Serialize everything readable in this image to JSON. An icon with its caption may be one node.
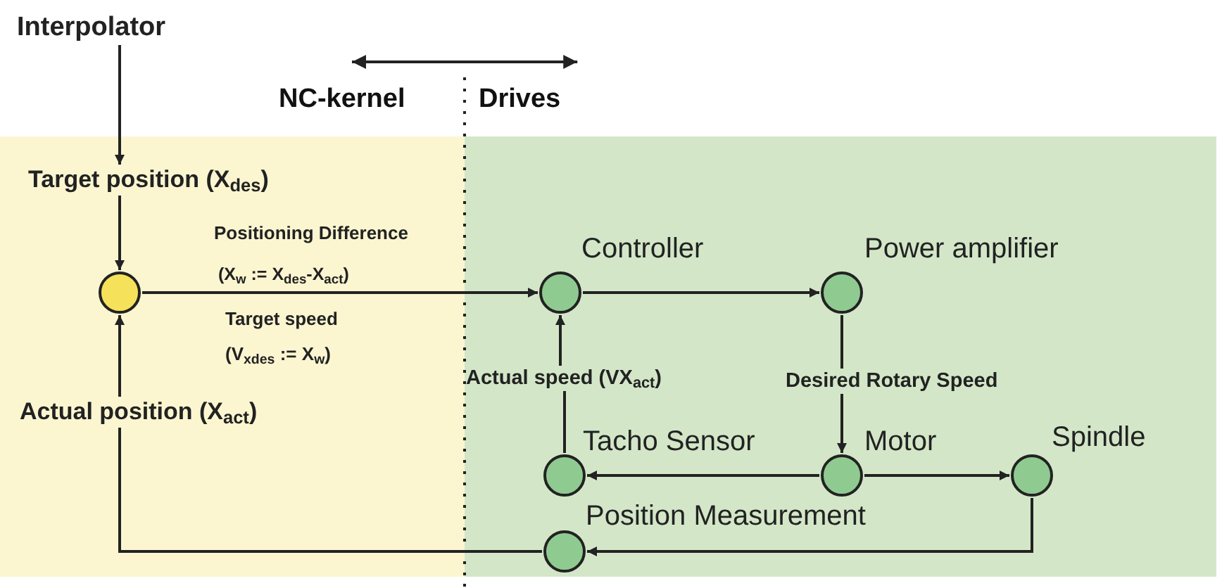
{
  "diagram": {
    "nodes": [
      {
        "text": [
          "Interpolator"
        ]
      },
      {
        "text": [
          "NC-kernel"
        ]
      },
      {
        "text": [
          "Drives"
        ]
      },
      {
        "text": [
          "Target position (X$_{des}$)"
        ],
        "in": 1
      },
      {
        "text": [],
        "shape": "circle",
        "in": 1
      },
      {
        "text": [
          "Actual position (X$_{act}$)"
        ],
        "in": 1
      },
      {
        "text": [],
        "shape": "circle",
        "beside": [
          "Controller"
        ],
        "in": 2
      },
      {
        "text": [],
        "shape": "circle",
        "beside": [
          "Power amplifier"
        ],
        "in": 2
      },
      {
        "text": [
          "Actual speed (VX$_{act}$)"
        ],
        "in": 2
      },
      {
        "text": [
          "Desired Rotary Speed"
        ],
        "in": 2
      },
      {
        "text": [],
        "shape": "circle",
        "beside": [
          "Tacho Sensor"
        ],
        "in": 2
      },
      {
        "text": [],
        "shape": "circle",
        "beside": [
          "Motor"
        ],
        "in": 2
      },
      {
        "text": [],
        "shape": "circle",
        "beside": [
          "Spindle"
        ],
        "in": 2
      },
      {
        "text": [],
        "shape": "circle",
        "beside": [
          "Position Measurement"
        ],
        "in": 2
      }
    ],
    "edges": [
      {
        "from": 1,
        "to": 2,
        "arrow": "both"
      },
      {
        "from": 0,
        "to": 3,
        "arrow": "to"
      },
      {
        "from": 3,
        "to": 4,
        "arrow": "to"
      },
      {
        "from": 5,
        "to": 4,
        "arrow": "to"
      },
      {
        "from": 4,
        "to": 6,
        "arrow": "to"
      },
      {
        "from": 6,
        "to": 7,
        "arrow": "to"
      },
      {
        "from": 7,
        "to": 9,
        "arrow": "none"
      },
      {
        "from": 9,
        "to": 11,
        "arrow": "to"
      },
      {
        "from": 11,
        "to": 10,
        "arrow": "to"
      },
      {
        "from": 11,
        "to": 12,
        "arrow": "to"
      },
      {
        "from": 10,
        "to": 8,
        "arrow": "none"
      },
      {
        "from": 8,
        "to": 6,
        "arrow": "to"
      },
      {
        "from": 12,
        "to": 13,
        "arrow": "to"
      },
      {
        "from": 13,
        "to": 5,
        "arrow": "none"
      }
    ],
    "labels": [
      "Positioning Difference",
      "(X$_{w}$ := X$_{des}$-X$_{act}$)",
      "Target speed",
      "(V$_{xdes}$ := X$_{w}$)"
    ]
  }
}
